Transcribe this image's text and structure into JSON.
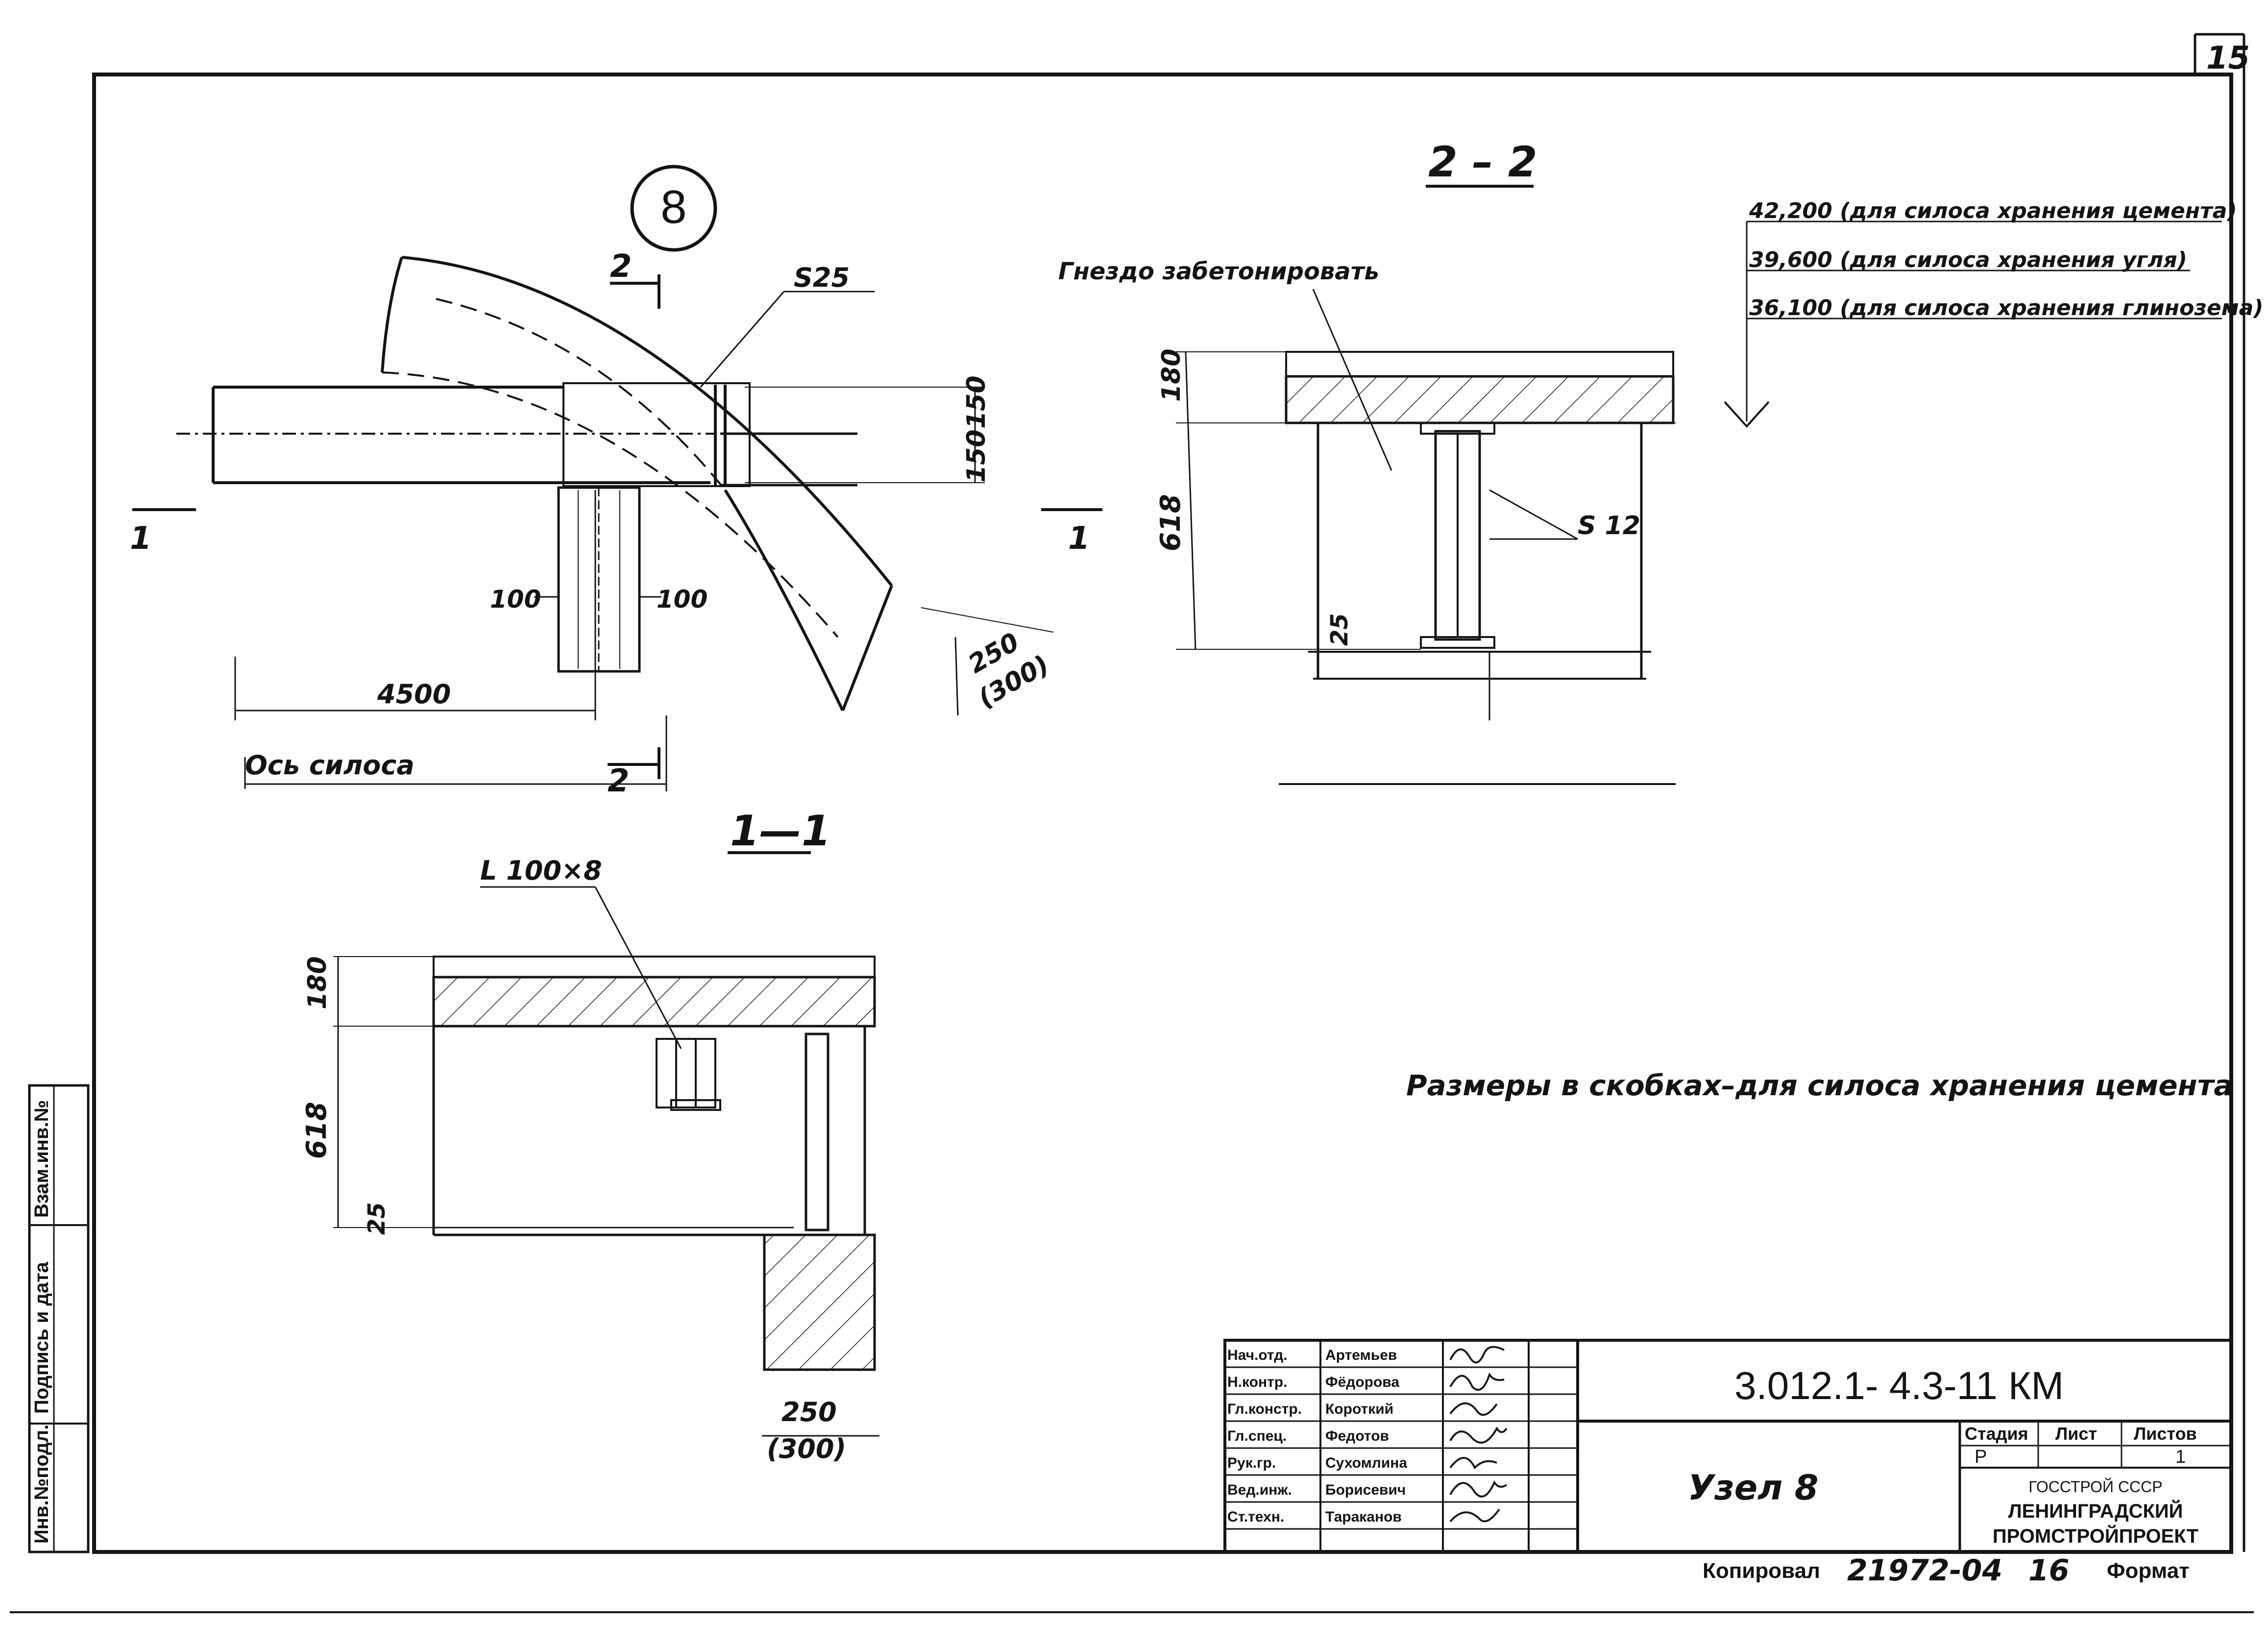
{
  "sheet": {
    "page_number": "15"
  },
  "node": {
    "number": "8"
  },
  "section_labels": {
    "s22": "2 – 2",
    "s11": "1—1",
    "cut1": "1",
    "cut2": "2"
  },
  "plan_view": {
    "weld_main": "S25",
    "dim_150_top": "150",
    "dim_150_bottom": "150",
    "dim_100_left": "100",
    "dim_100_right": "100",
    "dim_4500": "4500",
    "dim_250": "250",
    "dim_300": "(300)",
    "axis_label": "Ось силоса"
  },
  "section_2_2": {
    "fill_note": "Гнездо забетонировать",
    "weld": "S 12",
    "dim_180": "180",
    "dim_618": "618",
    "dim_25": "25",
    "elevations": [
      "42,200 (для силоса хранения цемента)",
      "39,600 (для силоса хранения угля)",
      "36,100 (для силоса хранения глинозема)"
    ]
  },
  "section_1_1": {
    "angle": "L 100×8",
    "dim_180": "180",
    "dim_618": "618",
    "dim_25": "25",
    "dim_250": "250",
    "dim_300": "(300)"
  },
  "note": "Размеры в скобках–для силоса хранения цемента",
  "margin_stamp": [
    "Инв.№подл.",
    "Подпись и дата",
    "Взам.инв.№"
  ],
  "title_block": {
    "roles": [
      "Нач.отд.",
      "Н.контр.",
      "Гл.констр.",
      "Гл.спец.",
      "Рук.гр.",
      "Вед.инж.",
      "Ст.техн."
    ],
    "names": [
      "Артемьев",
      "Фёдорова",
      "Короткий",
      "Федотов",
      "Сухомлина",
      "Борисевич",
      "Тараканов"
    ],
    "doc_code": "3.012.1- 4.3-11 КМ",
    "title": "Узел 8",
    "stage_label": "Стадия",
    "sheet_label": "Лист",
    "sheets_label": "Листов",
    "stage": "Р",
    "sheet": "",
    "sheets": "1",
    "org": [
      "ГОССТРОЙ СССР",
      "ЛЕНИНГРАДСКИЙ",
      "ПРОМСТРОЙПРОЕКТ"
    ]
  },
  "footer": {
    "copied_label": "Копировал",
    "copy_number": "21972-04",
    "copy_sheet": "16",
    "format_label": "Формат"
  }
}
